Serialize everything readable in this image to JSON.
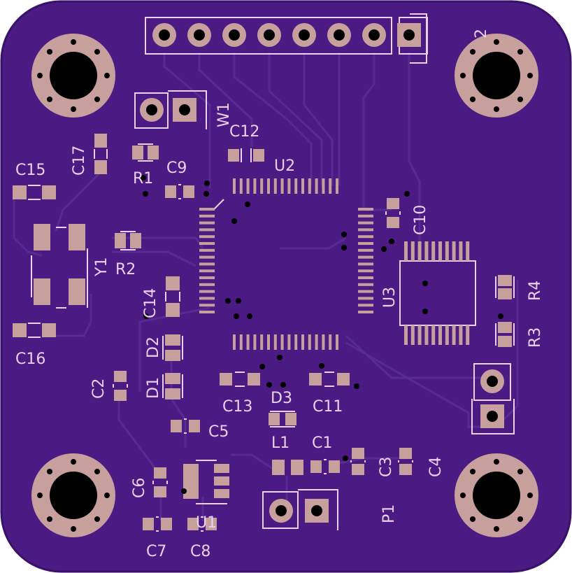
{
  "board": {
    "colors": {
      "substrate": "#4b1a82",
      "substrate_edge": "#3a1169",
      "trace": "#5a2a93",
      "copper": "#c7a09e",
      "silk": "#e8d2ef",
      "drill": "#000000"
    }
  },
  "labels": {
    "W1": "W1",
    "C12": "C12",
    "U2": "U2",
    "C15": "C15",
    "C17": "C17",
    "R1": "R1",
    "C9": "C9",
    "Y1": "Y1",
    "R2": "R2",
    "C10": "C10",
    "U3": "U3",
    "R4": "R4",
    "R3": "R3",
    "C14": "C14",
    "C16": "C16",
    "D2": "D2",
    "D1": "D1",
    "C2": "C2",
    "C13": "C13",
    "D3": "D3",
    "C11": "C11",
    "C5": "C5",
    "L1": "L1",
    "C1": "C1",
    "C3": "C3",
    "C4": "C4",
    "C6": "C6",
    "U1": "U1",
    "P1": "P1",
    "C7": "C7",
    "C8": "C8",
    "pin2": "2"
  }
}
